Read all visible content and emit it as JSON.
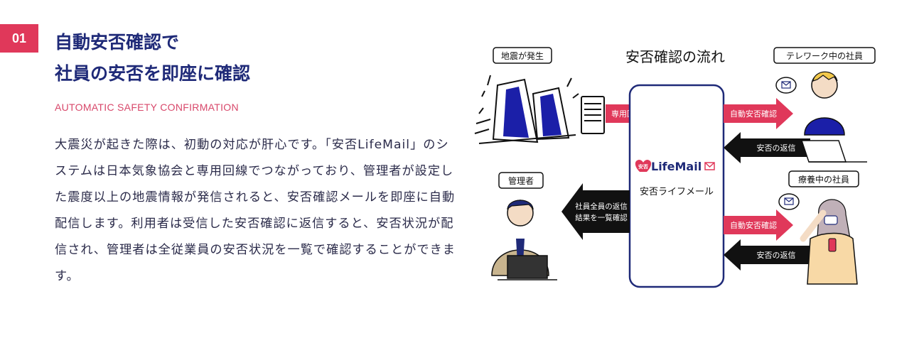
{
  "section": {
    "number": "01",
    "title_lines": [
      "自動安否確認で",
      "社員の安否を即座に確認"
    ],
    "subtitle": "AUTOMATIC SAFETY CONFIRMATION",
    "body": "大震災が起きた際は、初動の対応が肝心です。「安否LifeMail」のシステムは日本気象協会と専用回線でつながっており、管理者が設定した震度以上の地震情報が発信されると、安否確認メールを即座に自動配信します。利用者は受信した安否確認に返信すると、安否状況が配信され、管理者は全従業員の安否状況を一覧で確認することができます。"
  },
  "diagram": {
    "title": "安否確認の流れ",
    "labels": {
      "earthquake": "地震が発生",
      "telework": "テレワーク中の社員",
      "admin": "管理者",
      "recovering": "療養中の社員"
    },
    "arrows": {
      "dedicated_line": "専用回線",
      "auto_confirm_1": "自動安否確認",
      "reply_1": "安否の返信",
      "admin_result_line1": "社員全員の返信",
      "admin_result_line2": "結果を一覧確認",
      "auto_confirm_2": "自動安否確認",
      "reply_2": "安否の返信"
    },
    "service": {
      "badge": "安否",
      "logo": "LifeMail",
      "name": "安否ライフメール"
    },
    "colors": {
      "navy": "#1f2a78",
      "pink": "#e0385a",
      "black": "#111111",
      "skin": "#f4dcc5",
      "blue_building": "#1b1fa8"
    }
  }
}
